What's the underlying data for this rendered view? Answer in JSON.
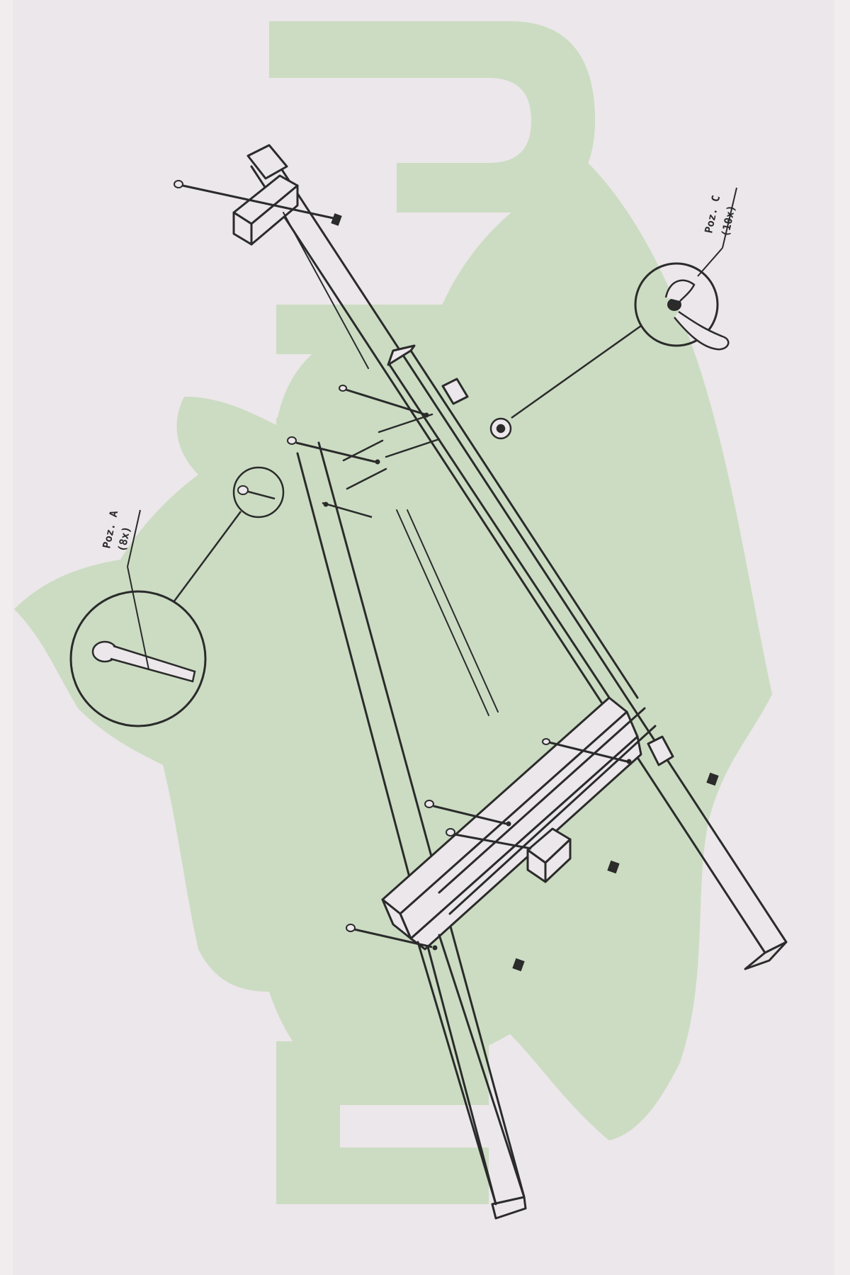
{
  "diagram": {
    "callouts": [
      {
        "name": "Poz. A",
        "quantity": "(8x)"
      },
      {
        "name": "Poz. C",
        "quantity": "(10x)"
      }
    ]
  },
  "colors": {
    "paper": "#ece7ea",
    "watermark": "#c9dcc0",
    "line": "#2b2b2b"
  }
}
